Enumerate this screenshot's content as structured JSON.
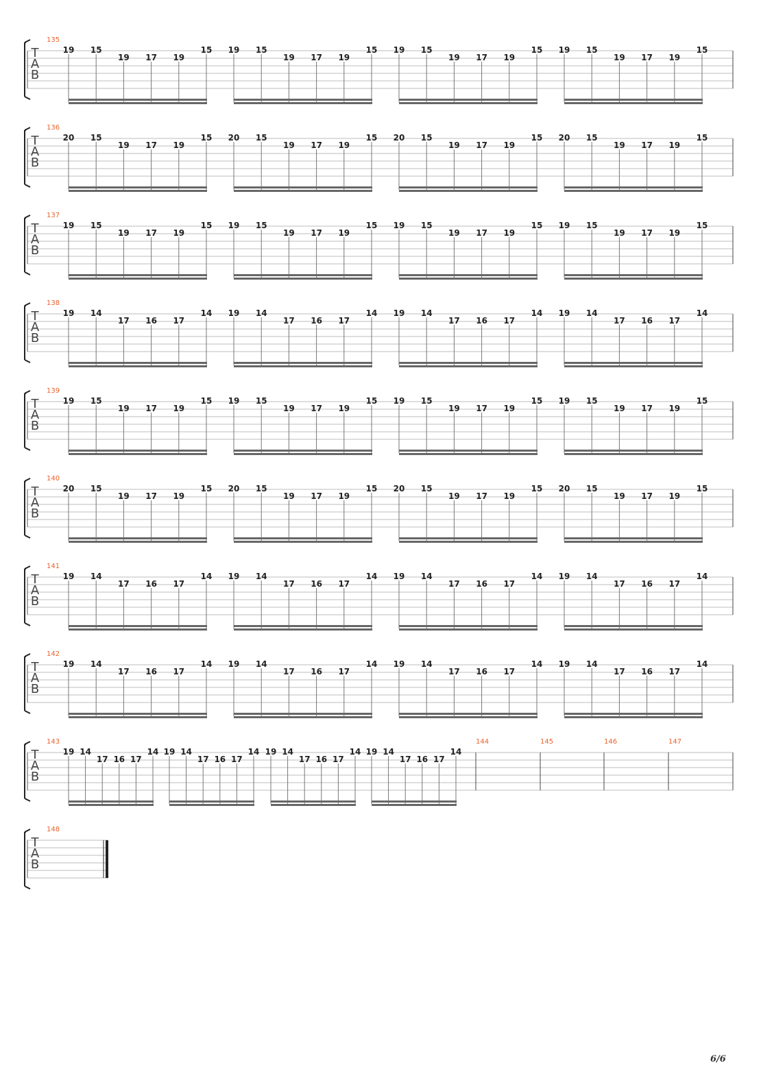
{
  "page": {
    "number_label": "6/6"
  },
  "tab_clef": [
    "T",
    "A",
    "B"
  ],
  "colors": {
    "measure_number": "#e8622a",
    "staff_line": "#bdbdbd",
    "text": "#222222"
  },
  "motifs": {
    "A": [
      "19",
      "15",
      "19",
      "17",
      "19",
      "15"
    ],
    "B": [
      "20",
      "15",
      "19",
      "17",
      "19",
      "15"
    ],
    "C": [
      "19",
      "14",
      "17",
      "16",
      "17",
      "14"
    ]
  },
  "systems": [
    {
      "label": "135",
      "motif": "A",
      "groups": 4
    },
    {
      "label": "136",
      "motif": "B",
      "groups": 4
    },
    {
      "label": "137",
      "motif": "A",
      "groups": 4
    },
    {
      "label": "138",
      "motif": "C",
      "groups": 4
    },
    {
      "label": "139",
      "motif": "A",
      "groups": 4
    },
    {
      "label": "140",
      "motif": "B",
      "groups": 4
    },
    {
      "label": "141",
      "motif": "C",
      "groups": 4
    },
    {
      "label": "142",
      "motif": "C",
      "groups": 4
    },
    {
      "label": "143",
      "motif": "C",
      "groups": 4,
      "compressed": true,
      "extra_measures": [
        "144",
        "145",
        "146",
        "147"
      ]
    },
    {
      "label": "148",
      "groups": 0,
      "final": true
    }
  ]
}
